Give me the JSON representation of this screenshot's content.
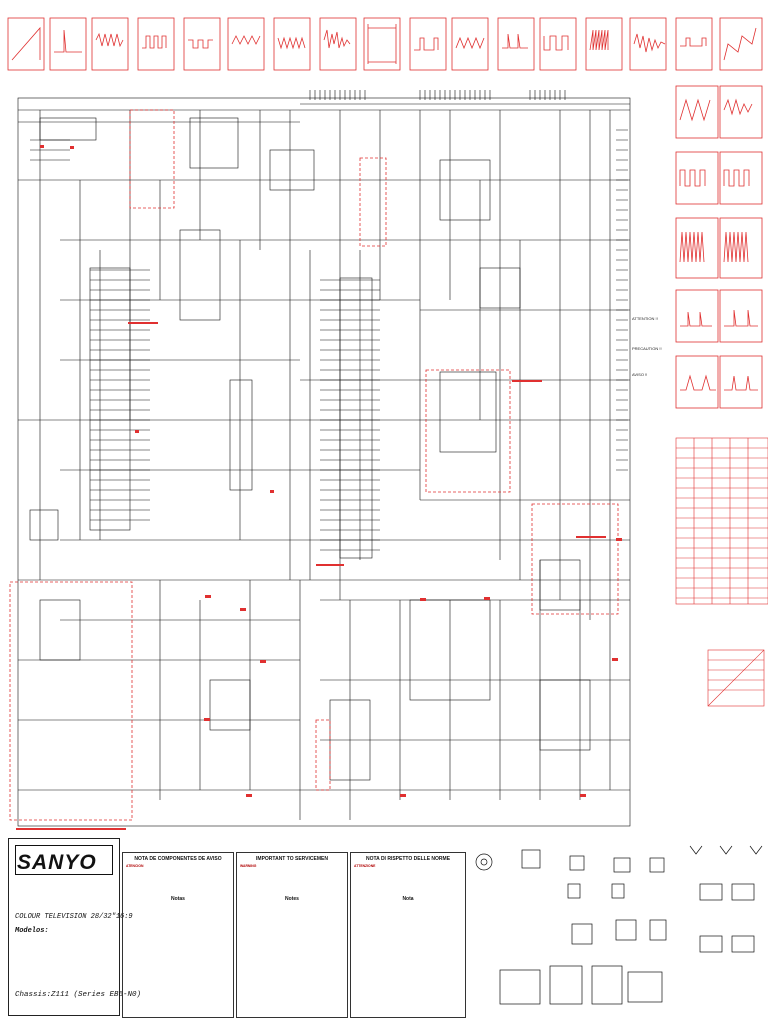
{
  "title_block": {
    "brand": "SANYO",
    "product": "COLOUR TELEVISION 28/32\"16:9",
    "models_label": "Modelos:",
    "chassis": "Chassis:Z111 (Series EB6-N0)"
  },
  "notes": {
    "col1_head": "NOTA DE COMPONENTES DE AVISO",
    "col1_warn": "ATENCION",
    "col1_head2": "Notas",
    "col2_head": "IMPORTANT TO SERVICEMEN",
    "col2_warn": "WARNING",
    "col2_head2": "Notes",
    "col3_head": "NOTA DI RISPETTO DELLE NORME",
    "col3_warn": "ATTENZIONE",
    "col3_head2": "Nota"
  },
  "annotations": {
    "attention_1": "ATTENTION !!",
    "attention_2": "PRECAUTION !!",
    "attention_3": "AVISO !!"
  },
  "colors": {
    "line": "#111111",
    "accent": "#e03030"
  },
  "icons": [
    "waveform-icon",
    "transistor-icon",
    "ic-package-icon"
  ]
}
